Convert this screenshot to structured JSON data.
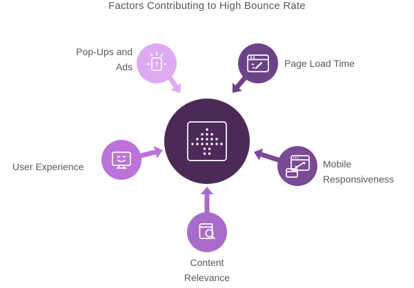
{
  "title": "Factors Contributing to High Bounce Rate",
  "center": {
    "icon": "dotted-up-arrow-grid-icon",
    "color": "#4b2a59"
  },
  "factors": [
    {
      "id": "popups",
      "label": "Pop-Ups and Ads",
      "label_lines": [
        "Pop-Ups and",
        "Ads"
      ],
      "icon": "popup-alert-card-icon",
      "color": "#dfa9f2",
      "position": "top-left"
    },
    {
      "id": "pageload",
      "label": "Page Load Time",
      "label_lines": [
        "Page Load Time",
        ""
      ],
      "icon": "browser-speedometer-icon",
      "color": "#6b4387",
      "position": "top-right"
    },
    {
      "id": "ux",
      "label": "User Experience",
      "label_lines": [
        "User Experience",
        ""
      ],
      "icon": "monitor-smiley-icon",
      "color": "#bc72d8",
      "position": "left"
    },
    {
      "id": "mobile",
      "label": "Mobile Responsiveness",
      "label_lines": [
        "Mobile",
        "Responsiveness"
      ],
      "icon": "responsive-windows-icon",
      "color": "#7b4a95",
      "position": "right"
    },
    {
      "id": "content",
      "label": "Content Relevance",
      "label_lines": [
        "Content",
        "Relevance"
      ],
      "icon": "book-magnifier-icon",
      "color": "#a96bc9",
      "position": "bottom"
    }
  ],
  "colors": {
    "background": "#ffffff",
    "title_text": "#575757",
    "label_text": "#585858",
    "center_circle": "#4b2a59",
    "icon_stroke": "#ffffff"
  }
}
